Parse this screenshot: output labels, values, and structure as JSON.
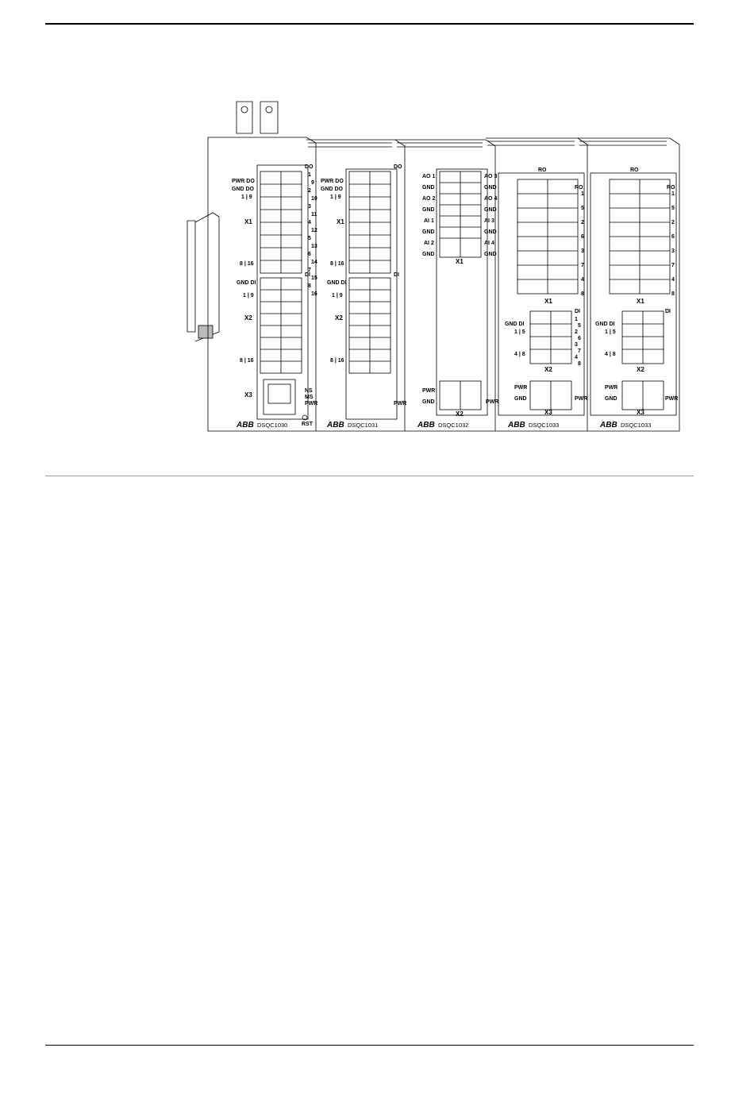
{
  "modules": [
    {
      "name": "DSQC1030",
      "labels": [
        "PWR DO",
        "GND DO",
        "1 | 9",
        "X1",
        "8 | 16",
        "GND DI",
        "1 | 9",
        "X2",
        "8 | 16",
        "X3"
      ],
      "right_labels": [
        "DO",
        "DI"
      ],
      "leds": [
        "NS",
        "MS",
        "PWR"
      ],
      "reset": "RST"
    },
    {
      "name": "DSQC1031",
      "labels": [
        "PWR DO",
        "GND DO",
        "1 | 9",
        "X1",
        "8 | 16",
        "GND DI",
        "1 | 9",
        "X2",
        "8 | 16"
      ],
      "right_labels": [
        "DO",
        "DI"
      ],
      "leds": [
        "",
        "",
        "PWR"
      ]
    },
    {
      "name": "DSQC1032",
      "labels": [
        "AO 1",
        "GND",
        "AO 2",
        "GND",
        "AI 1",
        "GND",
        "AI 2",
        "GND",
        "X1",
        "PWR",
        "GND",
        "X2"
      ],
      "right_labels": [
        "AO 3",
        "GND",
        "AO 4",
        "GND",
        "AI 3",
        "GND",
        "AI 4",
        "GND",
        "PWR"
      ]
    },
    {
      "name": "DSQC1033",
      "top_label": "RO",
      "labels": [
        "X1",
        "GND DI",
        "1 | 5",
        "4 | 8",
        "X2",
        "PWR",
        "GND",
        "X3"
      ],
      "right_labels": [
        "RO",
        "DI",
        "PWR"
      ]
    },
    {
      "name": "DSQC1033",
      "top_label": "RO",
      "labels": [
        "X1",
        "GND DI",
        "1 | 5",
        "4 | 8",
        "X2",
        "PWR",
        "GND",
        "X3"
      ],
      "right_labels": [
        "RO",
        "DI",
        "PWR"
      ]
    }
  ],
  "brand": "ABB",
  "do_numbers": [
    "1",
    "9",
    "2",
    "10",
    "3",
    "11",
    "4",
    "12",
    "5",
    "13",
    "6",
    "14",
    "7",
    "15",
    "8",
    "16"
  ],
  "ro_numbers": [
    "1",
    "5",
    "2",
    "6",
    "3",
    "7",
    "4",
    "8"
  ],
  "di_numbers": [
    "1",
    "5",
    "2",
    "6",
    "3",
    "7",
    "4",
    "8"
  ]
}
